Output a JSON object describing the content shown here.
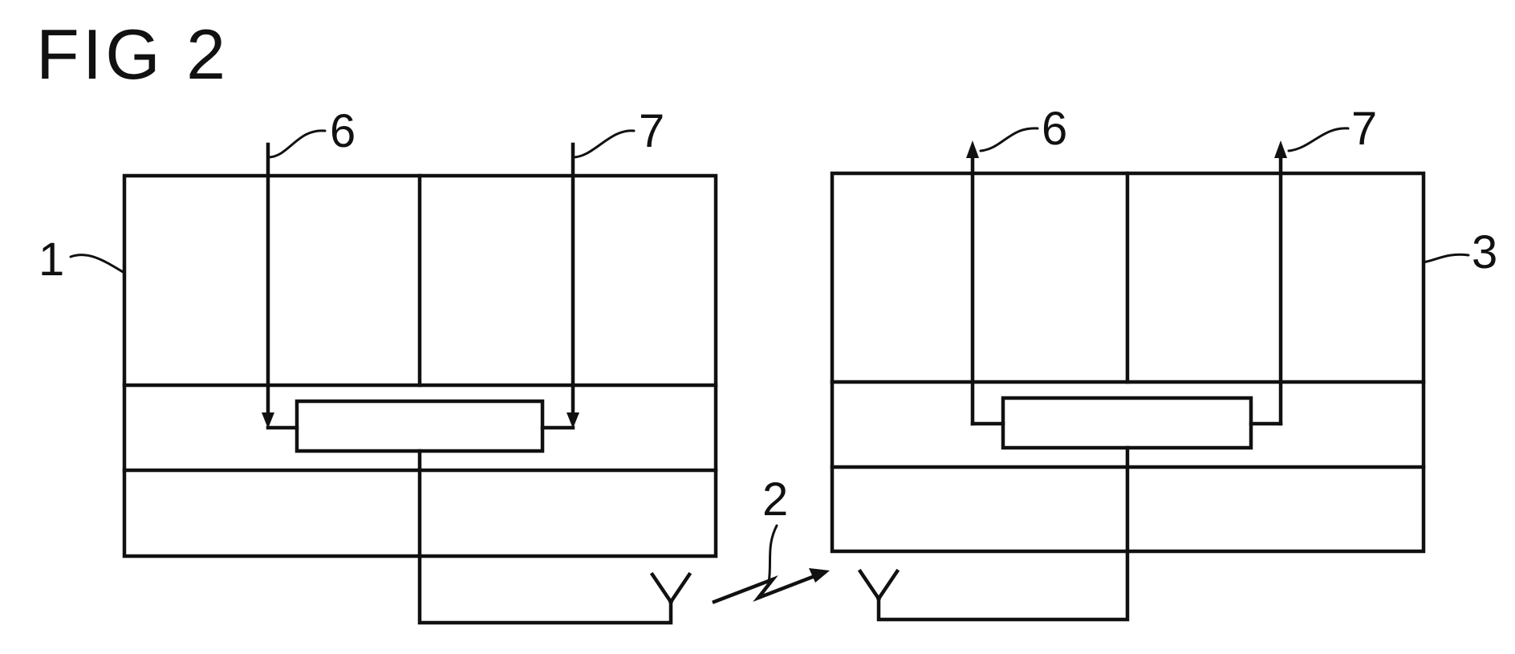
{
  "figure": {
    "title": "FIG 2",
    "labels": {
      "transmitter": "1",
      "link": "2",
      "receiver": "3",
      "tx_signal_a": "6",
      "tx_signal_b": "7",
      "rx_signal_a": "6",
      "rx_signal_b": "7"
    }
  }
}
